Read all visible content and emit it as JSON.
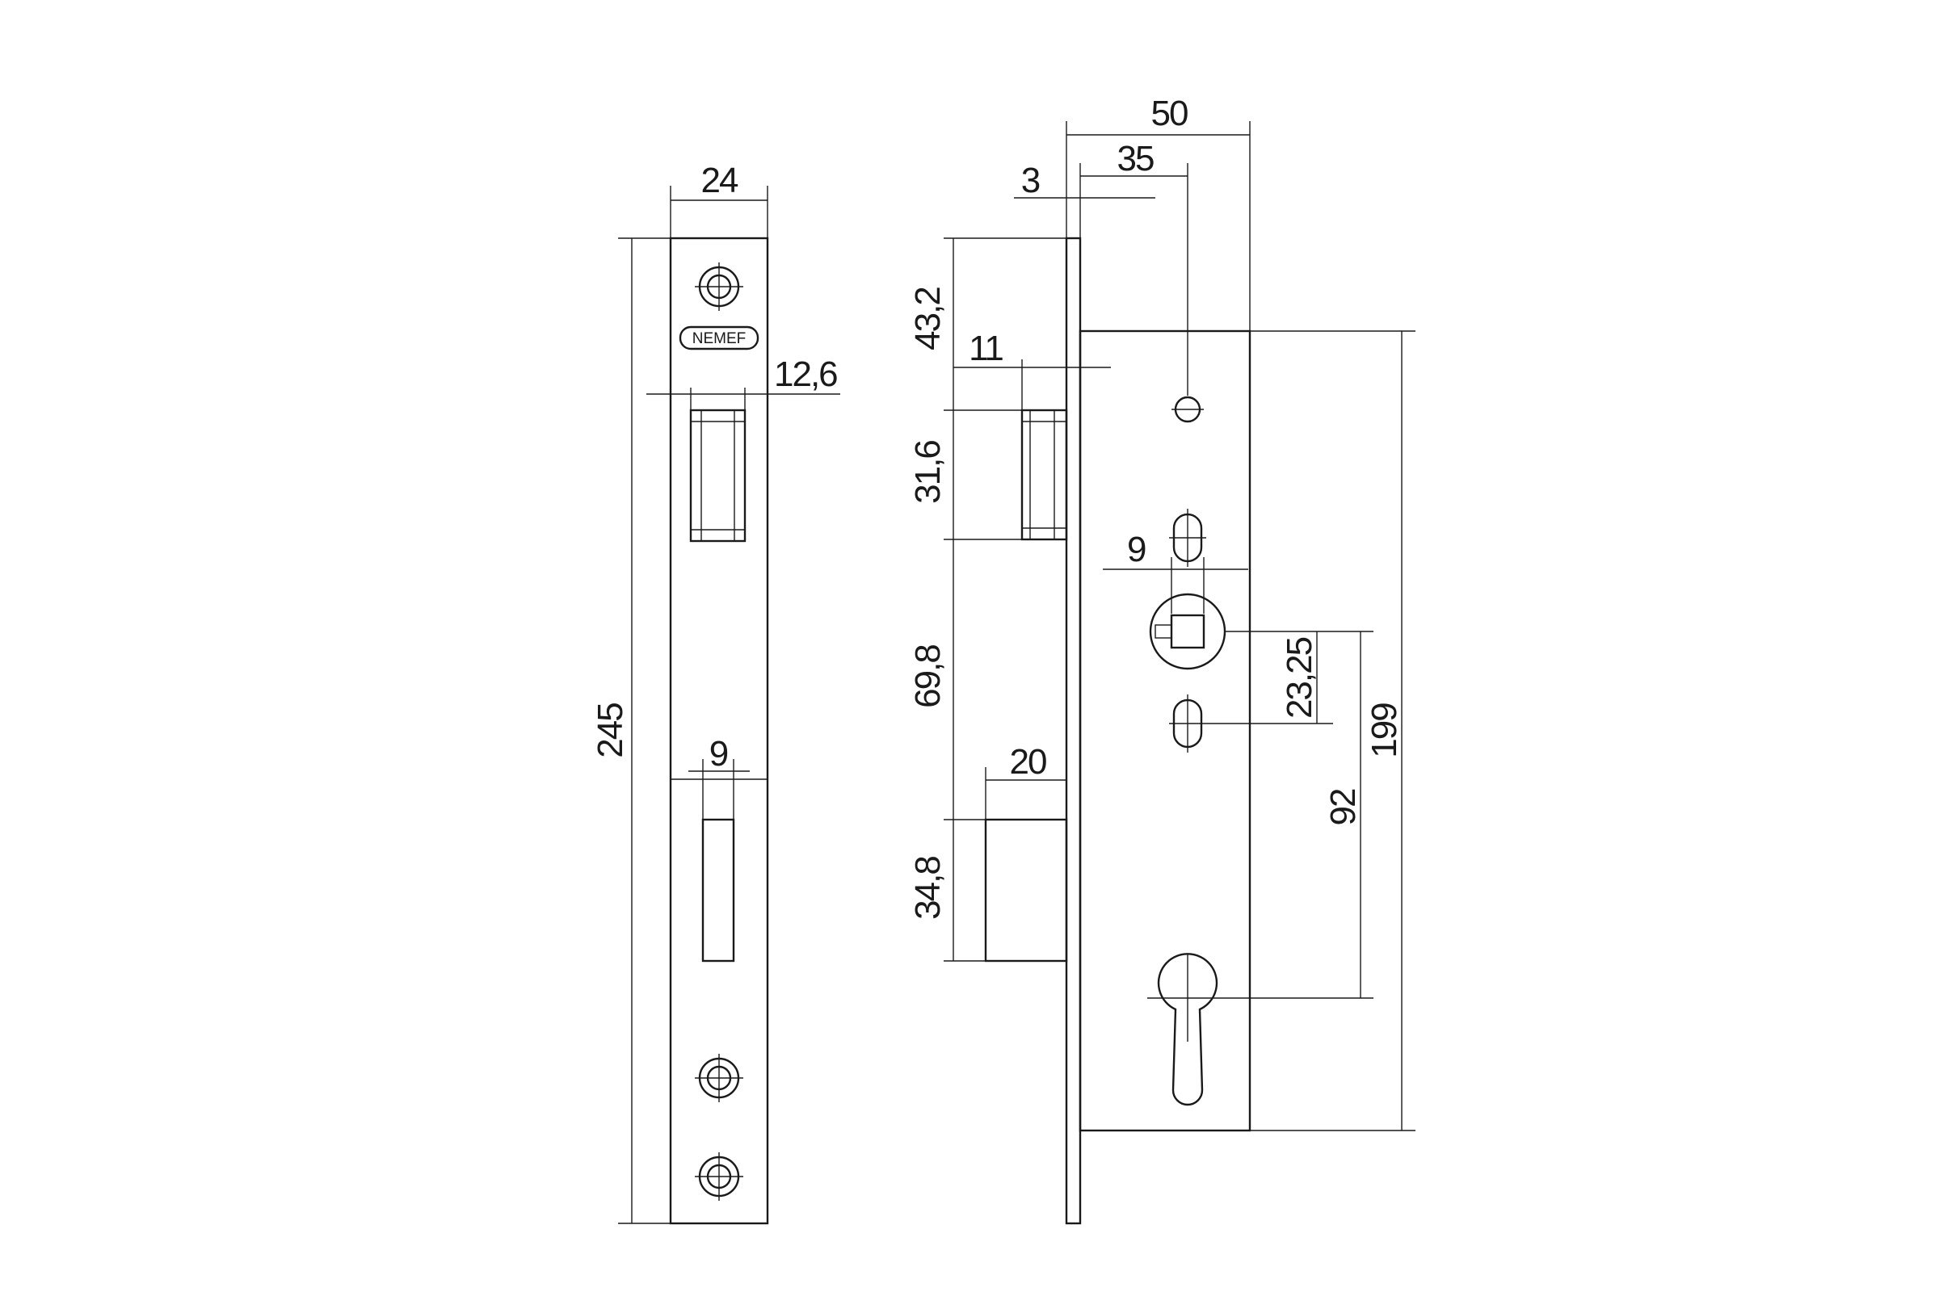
{
  "logo": {
    "text": "NEMEF"
  },
  "front_view": {
    "width": "24",
    "height": "245",
    "latch_gap": "12,6",
    "bolt_width": "9"
  },
  "side_view": {
    "overall_depth": "50",
    "backset": "35",
    "faceplate_thickness": "3",
    "top_offset": "43,2",
    "latch_projection": "11",
    "latch_height": "31,6",
    "latch_to_bolt": "69,8",
    "bolt_projection": "20",
    "bolt_height": "34,8",
    "follower_square": "9",
    "follower_to_hole": "23,25",
    "center_distance": "92",
    "case_height": "199"
  },
  "colors": {
    "line": "#1a1a1a",
    "background": "#ffffff"
  }
}
